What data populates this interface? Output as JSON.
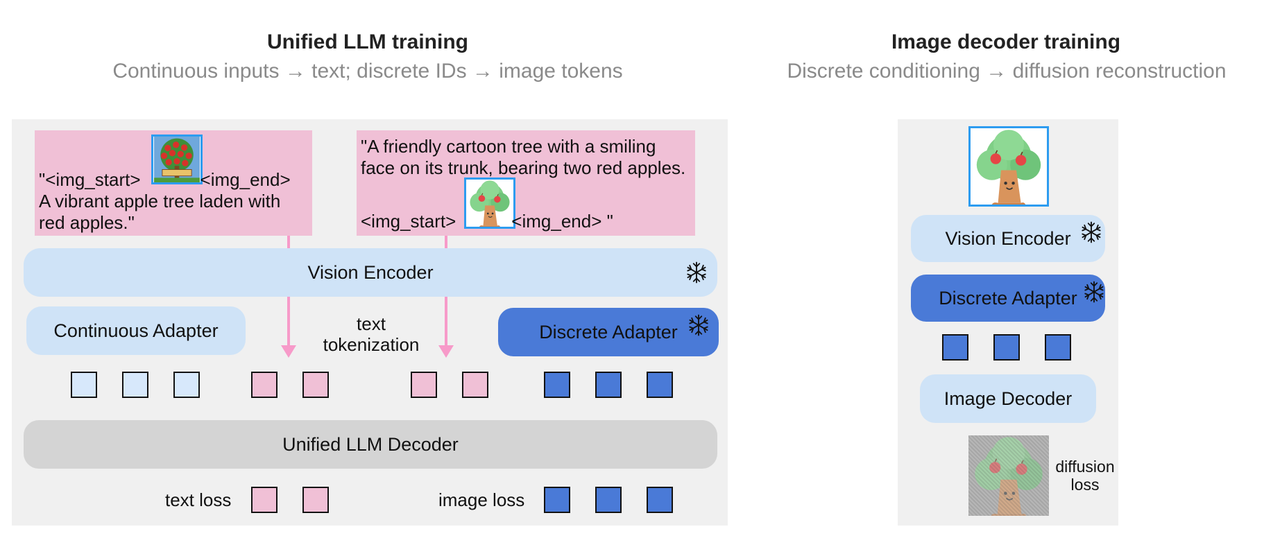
{
  "left": {
    "title": "Unified LLM training",
    "subtitle": "Continuous inputs → text; discrete IDs → image tokens",
    "caption1": {
      "line1_prefix": "\"<img_start>",
      "line1_suffix": "<img_end>",
      "line2": "A vibrant apple tree laden with",
      "line3": "red apples.\"",
      "image_sign": "EL MANZANO"
    },
    "caption2": {
      "line1": "\"A friendly cartoon tree with a smiling",
      "line2": "face on its trunk, bearing two red apples.",
      "line3_prefix": "<img_start>",
      "line3_suffix": "<img_end> \""
    },
    "vision_encoder": "Vision Encoder",
    "continuous_adapter": "Continuous Adapter",
    "text_tokenization_1": "text",
    "text_tokenization_2": "tokenization",
    "discrete_adapter": "Discrete Adapter",
    "decoder": "Unified LLM Decoder",
    "text_loss": "text loss",
    "image_loss": "image loss"
  },
  "right": {
    "title": "Image decoder training",
    "subtitle": "Discrete conditioning → diffusion reconstruction",
    "vision_encoder": "Vision Encoder",
    "discrete_adapter": "Discrete Adapter",
    "image_decoder": "Image Decoder",
    "diffusion_loss_1": "diffusion",
    "diffusion_loss_2": "loss"
  },
  "colors": {
    "pink": "#f0c0d6",
    "light_blue": "#cfe3f7",
    "dark_blue": "#4a7ad7",
    "grey": "#d4d4d4",
    "arrow": "#f79ac9",
    "image_border": "#2d9cf0"
  },
  "icons": [
    "snowflake-icon",
    "apple-tree-photo",
    "cartoon-tree-image",
    "noisy-tree-image"
  ]
}
